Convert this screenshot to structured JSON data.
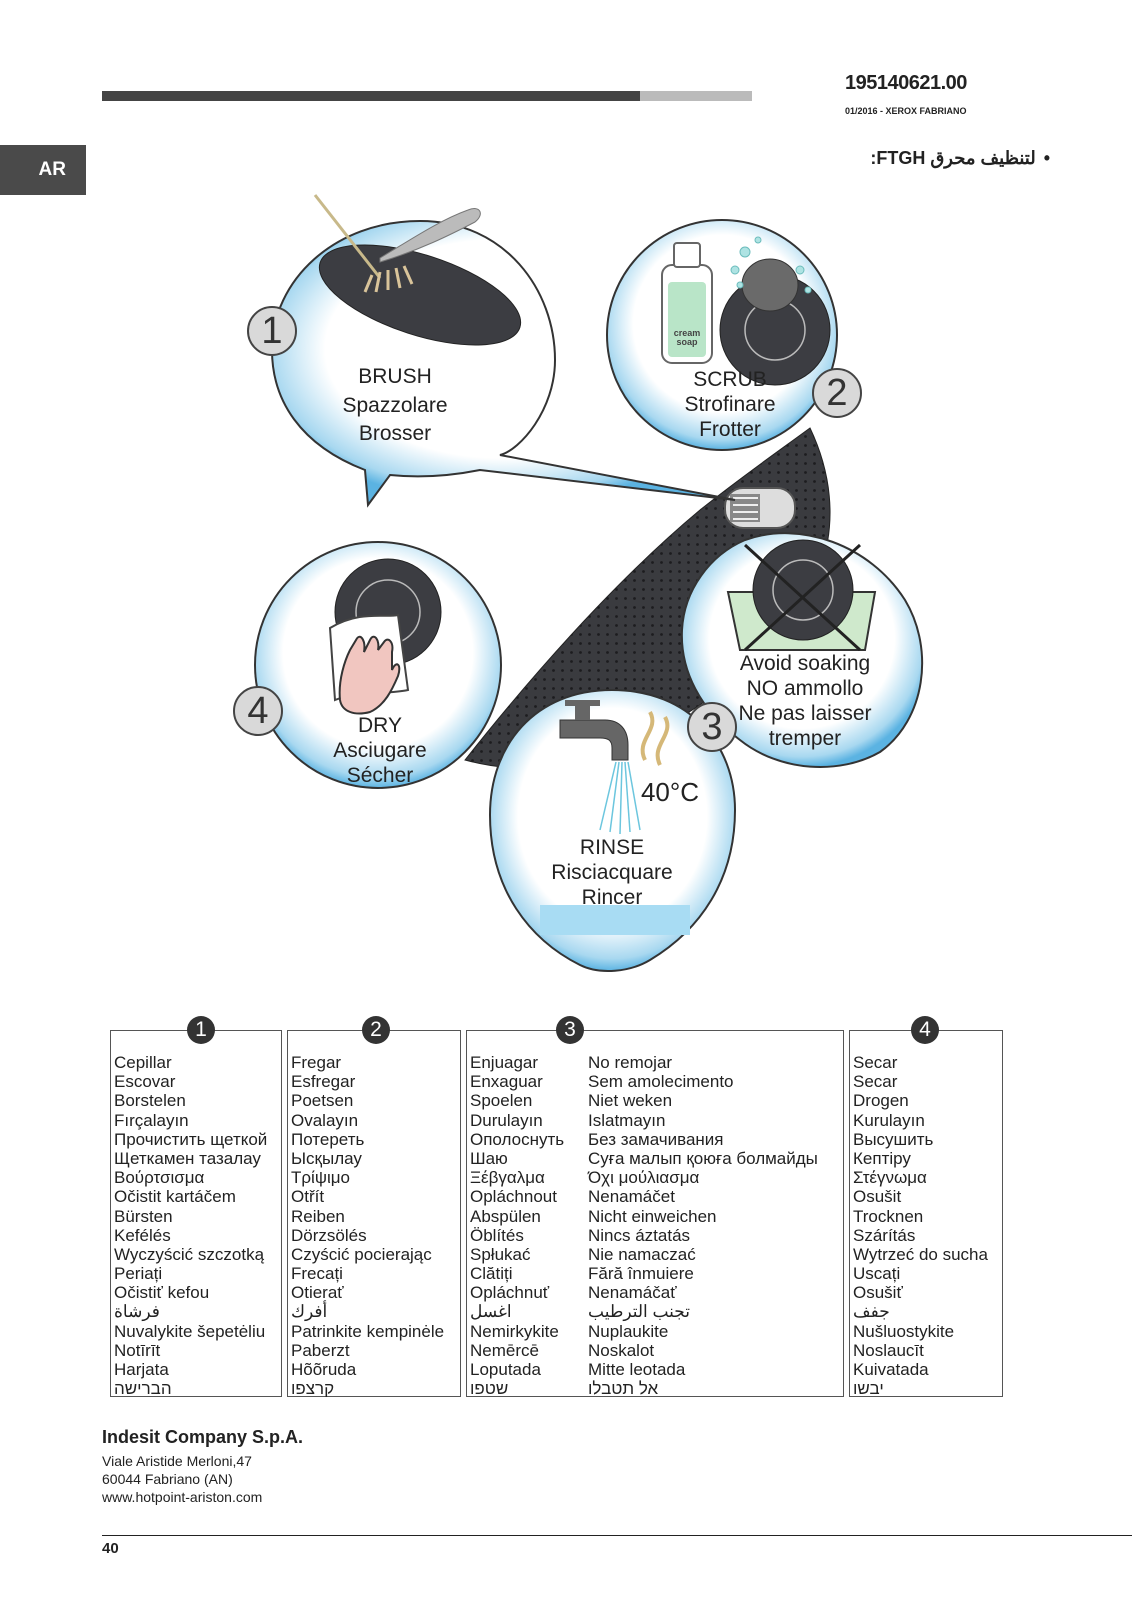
{
  "header": {
    "doc_number": "195140621.00",
    "doc_sub": "01/2016 - XEROX FABRIANO",
    "lang_tab": "AR",
    "heading": "لتنظيف محرق FTGH:",
    "bullet": "•"
  },
  "steps": {
    "brush": {
      "num": "1",
      "lines": [
        "BRUSH",
        "Spazzolare",
        "Brosser"
      ]
    },
    "scrub": {
      "num": "2",
      "lines": [
        "SCRUB",
        "Strofinare",
        "Frotter"
      ],
      "bottle_label": "cream soap"
    },
    "avoid": {
      "num": "3",
      "lines": [
        "Avoid soaking",
        "NO ammollo",
        "Ne pas laisser",
        "tremper"
      ]
    },
    "rinse": {
      "lines": [
        "RINSE",
        "Risciacquare",
        "Rincer"
      ],
      "temp": "40°C"
    },
    "dry": {
      "num": "4",
      "lines": [
        "DRY",
        "Asciugare",
        "Sécher"
      ]
    }
  },
  "table": {
    "box1": {
      "num": "1",
      "items": [
        "Cepillar",
        "Escovar",
        "Borstelen",
        "Fırçalayın",
        "Прочистить щеткой",
        "Щеткамен тазалау",
        "Βούρτσισμα",
        "Očistit kartáčem",
        "Bürsten",
        "Kefélés",
        "Wyczyścić szczotką",
        "Periați",
        "Očistiť kefou",
        "فرشاة",
        "Nuvalykite šepetėliu",
        "Notīrīt",
        "Harjata",
        "הברישה"
      ]
    },
    "box2": {
      "num": "2",
      "items": [
        "Fregar",
        "Esfregar",
        "Poetsen",
        "Ovalayın",
        "Потереть",
        "Ысқылау",
        "Τρίψιμο",
        "Otřít",
        "Reiben",
        "Dörzsölés",
        "Czyścić pocierając",
        "Frecați",
        "Otierať",
        "أفرك",
        "Patrinkite kempinėle",
        "Paberzt",
        "Hõõruda",
        "קרצפו"
      ]
    },
    "box3": {
      "num": "3",
      "items_a": [
        "Enjuagar",
        "Enxaguar",
        "Spoelen",
        "Durulayın",
        "Ополоснуть",
        "Шаю",
        "Ξέβγαλμα",
        "Opláchnout",
        "Abspülen",
        "Öblítés",
        "Spłukać",
        "Clătiți",
        "Opláchnuť",
        "اغسل",
        "Nemirkykite",
        "Nemērcē",
        "Loputada",
        "שטפו"
      ],
      "items_b": [
        "No remojar",
        "Sem amolecimento",
        "Niet weken",
        "Islatmayın",
        "Без замачивания",
        "Суға малып қоюға болмайды",
        "Όχι μούλιασμα",
        "Nenamáčet",
        "Nicht einweichen",
        "Nincs áztatás",
        "Nie namaczać",
        "Fără înmuiere",
        "Nenamáčať",
        "تجنب الترطيب",
        "Nuplaukite",
        "Noskalot",
        "Mitte leotada",
        "אל תטבלו"
      ]
    },
    "box4": {
      "num": "4",
      "items": [
        "Secar",
        "Secar",
        "Drogen",
        "Kurulayın",
        "Высушить",
        "Кептіру",
        "Στέγνωμα",
        "Osušit",
        "Trocknen",
        "Szárítás",
        "Wytrzeć do sucha",
        "Uscați",
        "Osušiť",
        "جفف",
        "Nušluostykite",
        "Noslaucīt",
        "Kuivatada",
        "יבשו"
      ]
    }
  },
  "footer": {
    "company": "Indesit Company S.p.A.",
    "address1": "Viale Aristide Merloni,47",
    "address2": "60044 Fabriano (AN)",
    "website": "www.hotpoint-ariston.com",
    "page": "40"
  }
}
